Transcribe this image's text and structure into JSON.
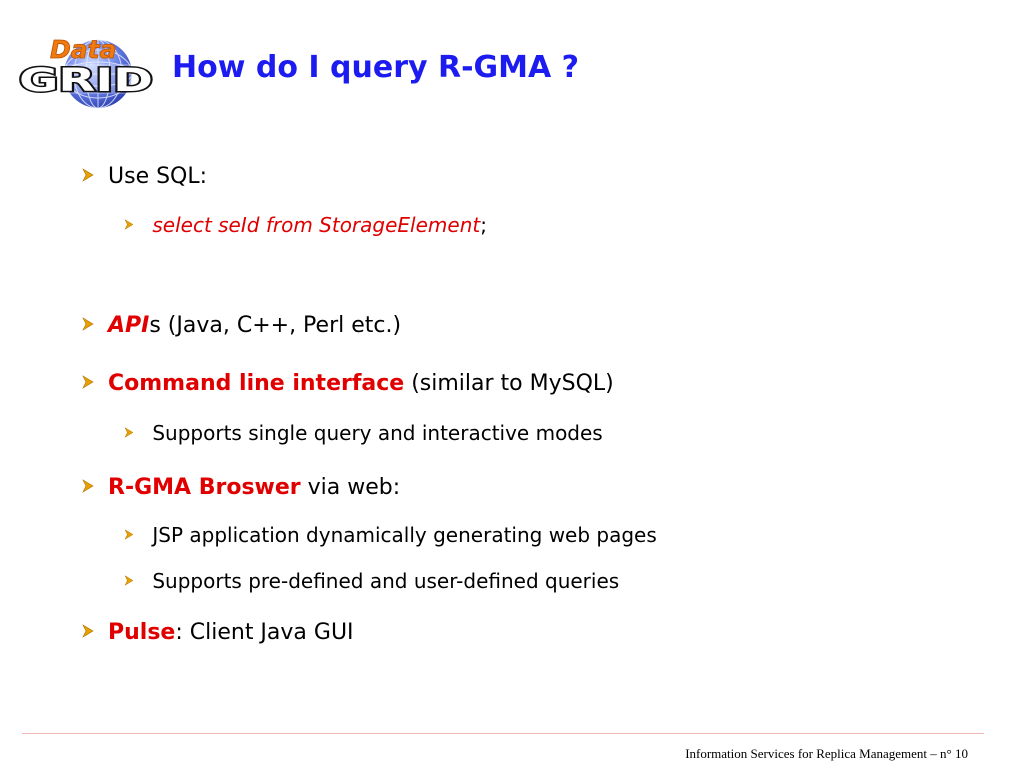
{
  "logo": {
    "top_text": "Data",
    "bottom_text": "GRID"
  },
  "title": "How do I query R-GMA ?",
  "bullets": {
    "b1": {
      "text": "Use SQL:"
    },
    "b1_1": {
      "code_red": "select seId from StorageElement",
      "rest": ";"
    },
    "b2": {
      "red": "API",
      "rest": "s (Java, C++, Perl etc.)"
    },
    "b3": {
      "red": "Command line interface",
      "rest": " (similar to MySQL)"
    },
    "b3_1": {
      "text": "Supports single query and interactive modes"
    },
    "b4": {
      "red": "R-GMA Broswer",
      "rest": " via web:"
    },
    "b4_1": {
      "text": "JSP application dynamically generating web pages"
    },
    "b4_2": {
      "text": "Supports pre-defined and user-defined queries"
    },
    "b5": {
      "red": "Pulse",
      "rest": ": Client Java GUI"
    }
  },
  "footer": {
    "text": "Information Services for Replica Management  –  n° 10"
  },
  "colors": {
    "title": "#1c1cf0",
    "highlight": "#e00000",
    "arrow": "#e8a000",
    "footer_line": "#f2b8b8"
  }
}
